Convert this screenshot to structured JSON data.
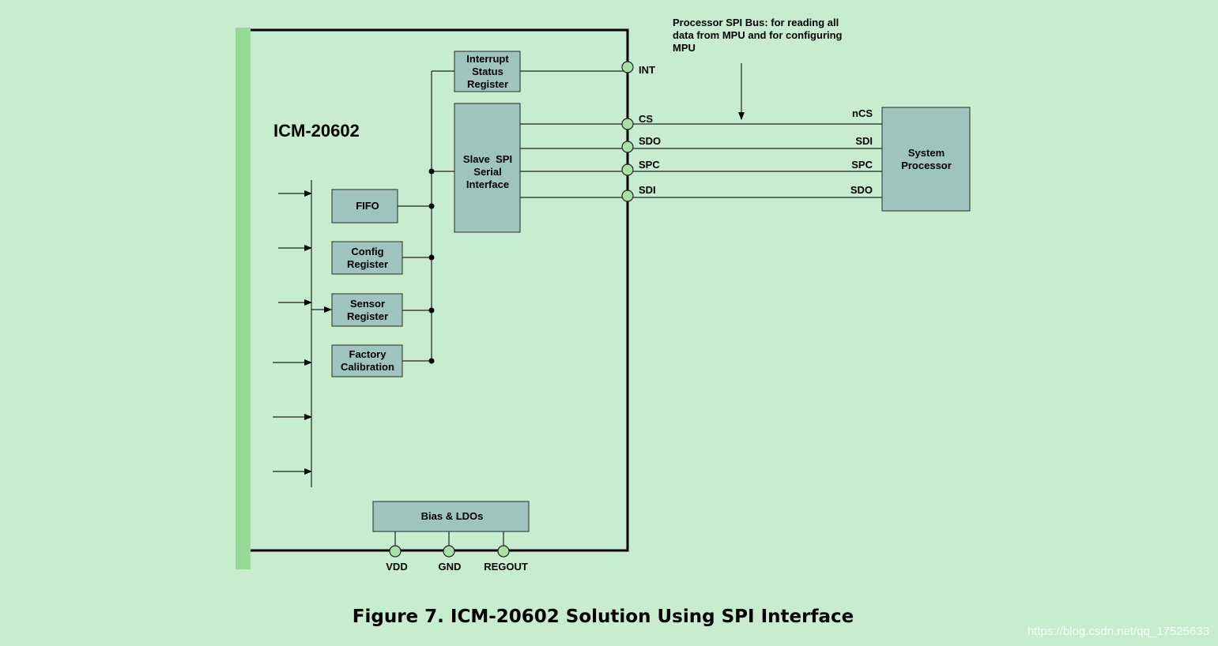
{
  "chip_title": "ICM-20602",
  "blocks": {
    "interrupt": [
      "Interrupt",
      "Status",
      "Register"
    ],
    "slave_spi": [
      "Slave  SPI",
      "Serial",
      "Interface"
    ],
    "fifo": [
      "FIFO"
    ],
    "config": [
      "Config",
      "Register"
    ],
    "sensor": [
      "Sensor",
      "Register"
    ],
    "factory": [
      "Factory",
      "Calibration"
    ],
    "bias": [
      "Bias & LDOs"
    ],
    "system": [
      "System",
      "Processor"
    ]
  },
  "pins_chip": {
    "int": "INT",
    "cs": "CS",
    "sdo": "SDO",
    "spc": "SPC",
    "sdi": "SDI"
  },
  "pins_processor": {
    "ncs": "nCS",
    "sdi": "SDI",
    "spc": "SPC",
    "sdo": "SDO"
  },
  "pins_bottom": {
    "vdd": "VDD",
    "gnd": "GND",
    "regout": "REGOUT"
  },
  "bus_note": [
    "Processor SPI Bus: for reading all",
    "data from MPU and for configuring",
    "MPU"
  ],
  "caption": "Figure 7. ICM-20602 Solution Using SPI Interface",
  "watermark": "https://blog.csdn.net/qq_17525633",
  "colors": {
    "background": "#c8ecce",
    "block_fill": "#9ec5bd",
    "side_bar": "#96d996",
    "pin_fill": "#a8e0a8"
  }
}
